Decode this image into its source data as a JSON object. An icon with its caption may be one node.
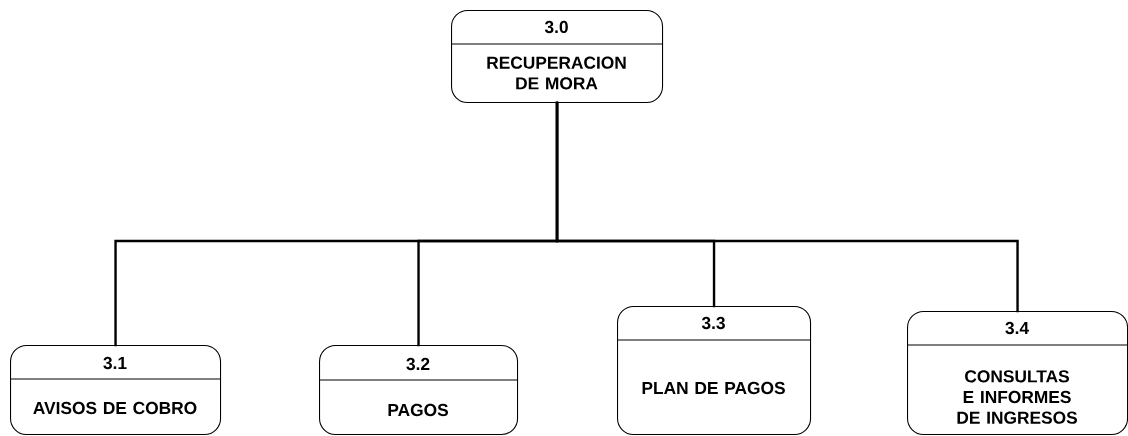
{
  "diagram": {
    "nodes": [
      {
        "text": [
          "3.0",
          "RECUPERACION DE MORA"
        ]
      },
      {
        "text": [
          "3.1",
          "AVISOS DE COBRO"
        ]
      },
      {
        "text": [
          "3.2",
          "PAGOS"
        ]
      },
      {
        "text": [
          "3.3",
          "PLAN DE PAGOS"
        ]
      },
      {
        "text": [
          "3.4",
          "CONSULTAS E INFORMES DE INGRESOS"
        ]
      }
    ],
    "edges": [
      {
        "from": 0,
        "to": 1,
        "arrow": "none"
      },
      {
        "from": 0,
        "to": 2,
        "arrow": "none"
      },
      {
        "from": 0,
        "to": 3,
        "arrow": "none"
      },
      {
        "from": 0,
        "to": 4,
        "arrow": "none"
      }
    ]
  }
}
